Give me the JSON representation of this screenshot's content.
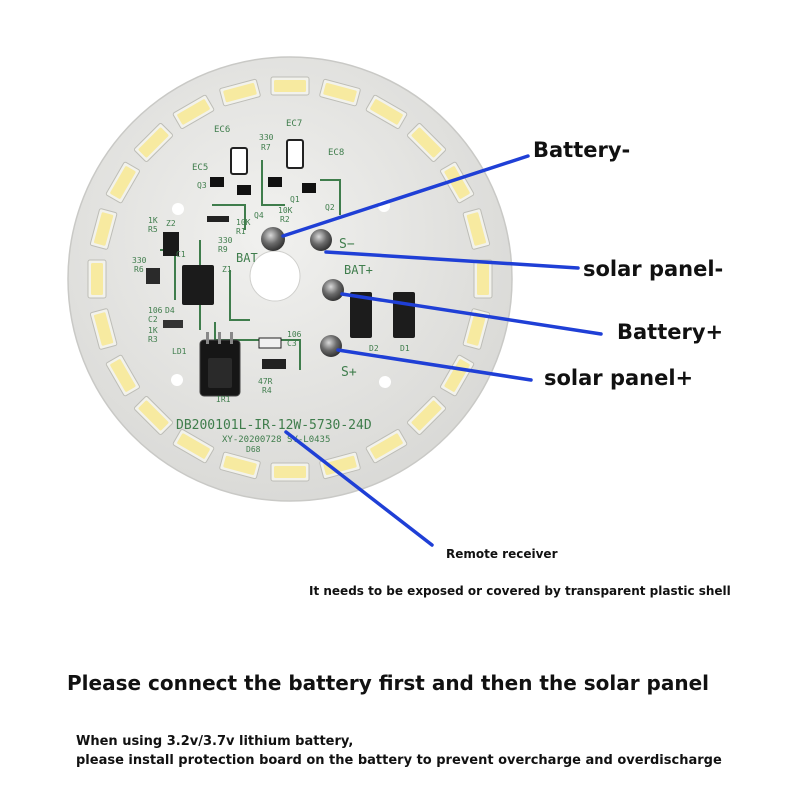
{
  "callouts": {
    "battery_minus": "Battery-",
    "solar_minus": "solar panel-",
    "battery_plus": "Battery+",
    "solar_plus": "solar panel+",
    "remote_receiver": "Remote receiver",
    "receiver_note": "It needs to be exposed or covered by transparent plastic shell"
  },
  "pcb": {
    "model": "DB200101L-IR-12W-5730-24D",
    "batch": "XY-20200728 SY-L0435",
    "pad_bat": "BAT",
    "pad_s_minus": "S−",
    "pad_bat_plus": "BAT+",
    "pad_s_plus": "S+",
    "refs": {
      "ec6": "EC6",
      "ec7": "EC7",
      "ec5": "EC5",
      "ec8": "EC8",
      "r7_val": "330",
      "r7": "R7",
      "q3": "Q3",
      "q4": "Q4",
      "r1_val": "10K",
      "r1": "R1",
      "q1": "Q1",
      "r2_val": "10K",
      "r2": "R2",
      "q2": "Q2",
      "r5_val": "1K",
      "r5": "R5",
      "z2": "Z2",
      "r9_val": "330",
      "r9": "R9",
      "r6_val": "330",
      "r6": "R6",
      "c1": "C1",
      "z1": "Z1",
      "c2_val": "106",
      "c2": "C2",
      "d4": "D4",
      "r3_val": "1K",
      "r3": "R3",
      "ld1": "LD1",
      "c3_val": "106",
      "c3": "C3",
      "r4_val": "47R",
      "r4": "R4",
      "ir1": "IR1",
      "d2": "D2",
      "d1": "D1",
      "d68": "D68"
    }
  },
  "instructions": {
    "heading": "Please connect the battery first and then the solar panel",
    "line1": "When using 3.2v/3.7v lithium battery,",
    "line2": "please install protection board on the battery to prevent overcharge and overdischarge"
  },
  "colors": {
    "pcb_fill": "#e6e6e4",
    "silkscreen": "#3f7d4c",
    "pointer": "#1f3fd6",
    "led_body": "#f2f2ec",
    "led_phosphor": "#f7eaa0"
  }
}
